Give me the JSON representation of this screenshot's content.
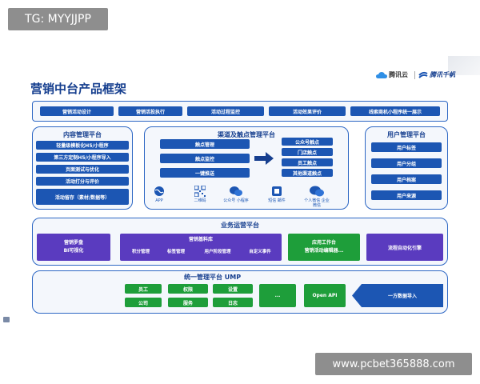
{
  "watermark_top": "TG: MYYJJPP",
  "watermark_bottom": "www.pcbet365888.com",
  "title": "营销中台产品框架",
  "logos": {
    "tencent_cloud": "腾讯云",
    "qianfan": "腾讯千帆"
  },
  "top_bar": [
    "营销活动设计",
    "营销活投执行",
    "活动过程监控",
    "活动效果评价",
    "线索商机小程序统一展示"
  ],
  "content_platform": {
    "title": "内容管理平台",
    "items": [
      "轻量级模板化H5/小程序",
      "第三方定制H5/小程序导入",
      "页面测试与优化",
      "活动打分与评价",
      "活动留存（素材/数据等）"
    ]
  },
  "channel_platform": {
    "title": "渠道及触点管理平台",
    "left_items": [
      "触点管理",
      "触点监控",
      "一键推送"
    ],
    "right_items": [
      "公众号触点",
      "门店触点",
      "员工触点",
      "其他渠道触点"
    ],
    "icons": [
      {
        "label": "APP"
      },
      {
        "label": "二维码"
      },
      {
        "label": "公众号 小程序"
      },
      {
        "label": "短信 邮件"
      },
      {
        "label": "个人微信 企业微信"
      }
    ]
  },
  "user_platform": {
    "title": "用户管理平台",
    "items": [
      "用户标签",
      "用户分组",
      "用户档案",
      "用户来源"
    ]
  },
  "ops_platform": {
    "title": "业务运营平台",
    "dashboard": [
      "营销罗盘",
      "BI可视化"
    ],
    "material_title": "营销基料库",
    "material_items": [
      "积分管理",
      "标签管理",
      "用户阶段管理",
      "自定义事件"
    ],
    "workbench": [
      "应用工作台",
      "营销活动编辑器..."
    ],
    "engine": "流程自动化引擎"
  },
  "ump": {
    "title": "统一管理平台 UMP",
    "grid": [
      "员工",
      "权限",
      "设置",
      "公司",
      "服务",
      "日志"
    ],
    "ellipsis": "...",
    "openapi": "Open API",
    "import": "一方数据导入"
  },
  "colors": {
    "blue": "#1c56b3",
    "purple": "#5a3bbf",
    "green": "#1e9e3a",
    "title": "#163f8f"
  }
}
